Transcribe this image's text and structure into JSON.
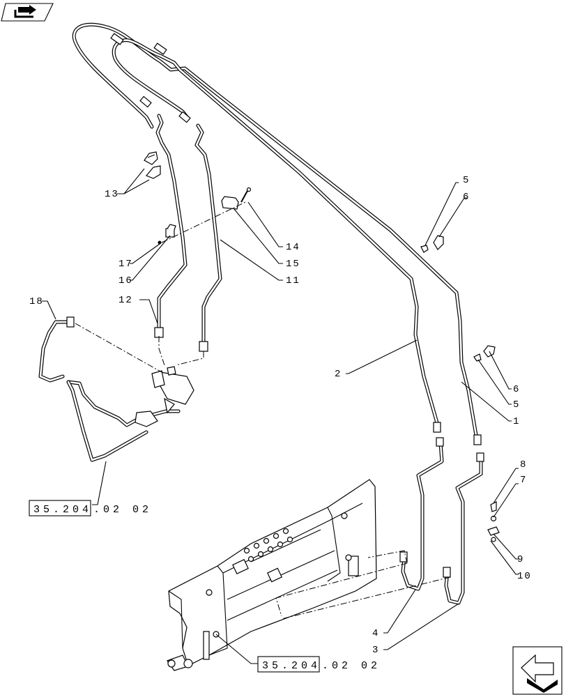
{
  "callouts": {
    "c1": "1",
    "c2": "2",
    "c3": "3",
    "c4": "4",
    "c5a": "5",
    "c6a": "6",
    "c5b": "5",
    "c6b": "6",
    "c7": "7",
    "c8": "8",
    "c9": "9",
    "c10": "10",
    "c11": "11",
    "c12": "12",
    "c13": "13",
    "c14": "14",
    "c15": "15",
    "c16": "16",
    "c17": "17",
    "c18": "18"
  },
  "references": {
    "ref_left_boxed": "35.204",
    "ref_left_suffix": ".02 02",
    "ref_bottom_boxed": "35.204",
    "ref_bottom_suffix": ".02 02"
  },
  "icons": {
    "top_left": "book-arrow-icon",
    "bottom_right": "next-page-arrow-icon"
  }
}
